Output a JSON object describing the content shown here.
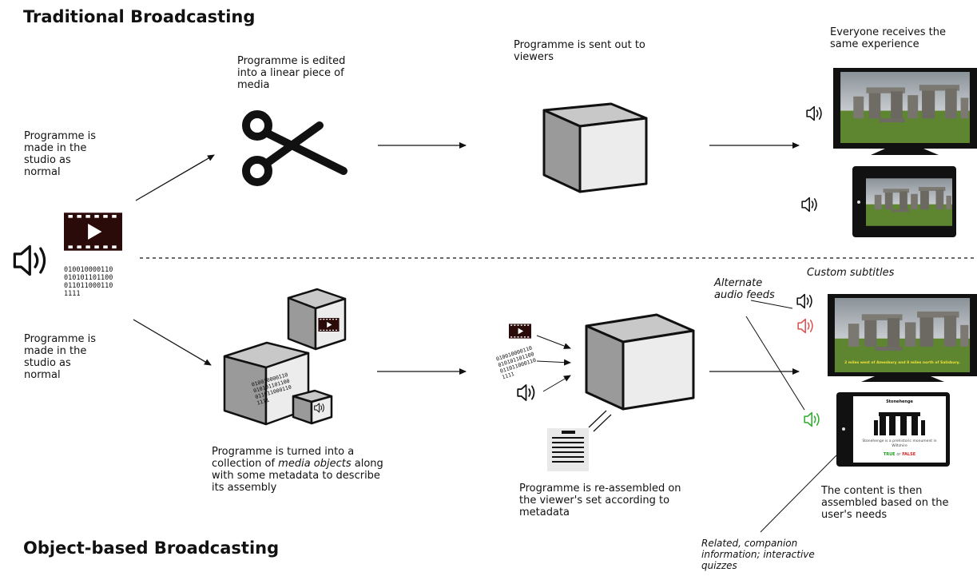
{
  "headings": {
    "top": "Traditional Broadcasting",
    "bottom": "Object-based Broadcasting"
  },
  "captions": {
    "made_top": "Programme is made in the studio as normal",
    "edited": "Programme is edited into a linear piece of media",
    "sent_out": "Programme is sent out to viewers",
    "same_experience": "Everyone receives the same experience",
    "made_bottom": "Programme is made in the studio as normal",
    "turned_into_prefix": "Programme is turned into a collection of ",
    "turned_into_em": "media objects",
    "turned_into_suffix": " along with some metadata to describe its assembly",
    "reassembled": "Programme is re-assembled on the viewer's set according to metadata",
    "content_assembled": "The content is then assembled based on the user's needs",
    "alternate_audio": "Alternate audio feeds",
    "custom_subtitles": "Custom subtitles",
    "related_info": "Related, companion information; interactive quizzes"
  },
  "binary_source": [
    "010010000110",
    "010101101100",
    "011011000110",
    "1111"
  ],
  "binary_cube": [
    "010010000110",
    "010101101100",
    "011011000110",
    "1111"
  ],
  "binary_small": [
    "010010000110",
    "010101101100",
    "011011000110",
    "1111"
  ],
  "tv_subtitle": "2 miles west of Amesbury and 8 miles north of Salisbury.",
  "tablet_quiz": {
    "title": "Stonehenge",
    "body": "Stonehenge is a prehistoric monument in Wiltshire",
    "true_label": "TRUE",
    "or_label": "or",
    "false_label": "FALSE"
  },
  "colors": {
    "film": "#2b0a0a",
    "audio_default": "#111111",
    "audio_red": "#d9534f",
    "audio_green": "#2eae2e",
    "true_green": "#1f9d1f",
    "false_red": "#d62020"
  },
  "icons": [
    "film-icon",
    "speaker-icon",
    "scissors-icon",
    "cube-icon",
    "tv-icon",
    "tablet-icon",
    "document-icon"
  ]
}
